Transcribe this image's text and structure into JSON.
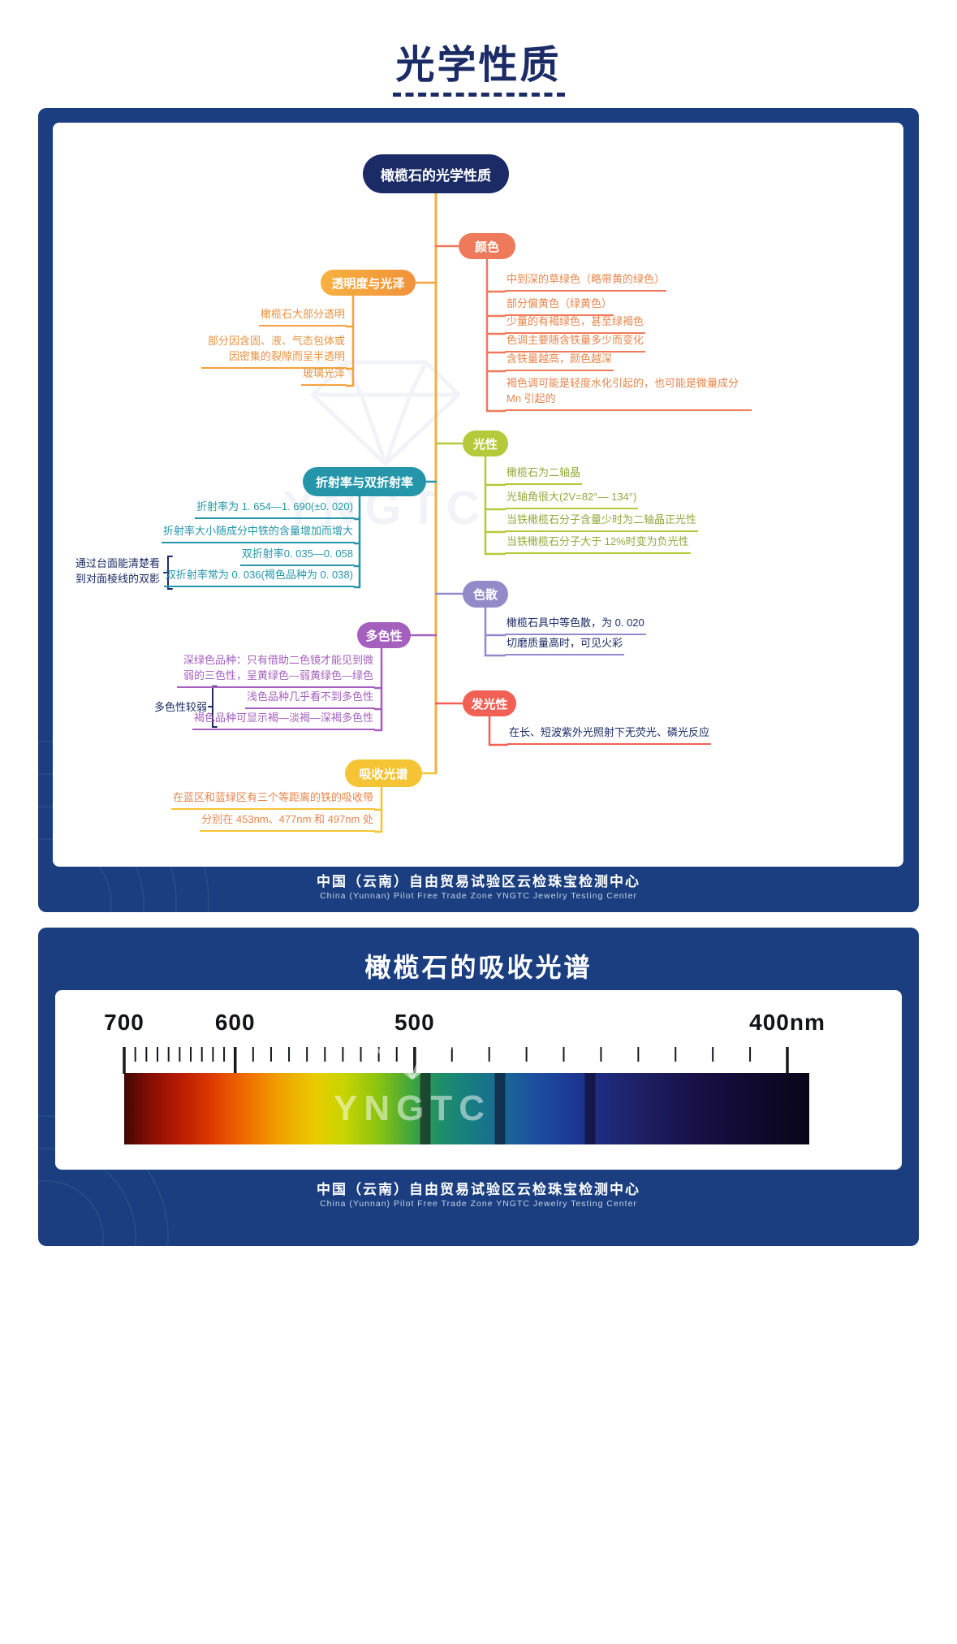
{
  "page_title": "光学性质",
  "mindmap": {
    "root": "橄榄石的光学性质",
    "watermark": "YNGTC",
    "branches": [
      {
        "label": "颜色",
        "color": "#ef7a5b",
        "items": [
          "中到深的草绿色（略带黄的绿色）",
          "部分偏黄色（绿黄色）",
          "少量的有褐绿色，甚至绿褐色",
          "色调主要随含铁量多少而变化",
          "含铁量越高，颜色越深",
          "褐色调可能是轻度水化引起的，也可能是微量成分 Mn 引起的"
        ]
      },
      {
        "label": "透明度与光泽",
        "color": "#f5a23c",
        "items": [
          "橄榄石大部分透明",
          "部分因含固、液、气态包体或因密集的裂隙而呈半透明",
          "玻璃光泽"
        ]
      },
      {
        "label": "光性",
        "color": "#b6c93a",
        "items": [
          "橄榄石为二轴晶",
          "光轴角很大(2V=82°— 134°)",
          "当铁橄榄石分子含量少时为二轴晶正光性",
          "当铁橄榄石分子大于 12%时变为负光性"
        ]
      },
      {
        "label": "折射率与双折射率",
        "color": "#2596aa",
        "note": "通过台面能清楚看到对面棱线的双影",
        "items": [
          "折射率为 1. 654—1. 690(±0. 020)",
          "折射率大小随成分中铁的含量增加而增大",
          "双折射率0. 035—0. 058",
          "双折射率常为 0. 036(褐色品种为 0. 038)"
        ]
      },
      {
        "label": "色散",
        "color": "#938ac9",
        "items": [
          "橄榄石具中等色散，为 0. 020",
          "切磨质量高时，可见火彩"
        ]
      },
      {
        "label": "多色性",
        "color": "#a560bd",
        "note": "多色性较弱",
        "items": [
          "深绿色品种：只有借助二色镜才能见到微弱的三色性，呈黄绿色—弱黄绿色—绿色",
          "浅色品种几乎看不到多色性",
          "褐色品种可显示褐—淡褐—深褐多色性"
        ]
      },
      {
        "label": "发光性",
        "color": "#f26055",
        "items": [
          "在长、短波紫外光照射下无荧光、磷光反应"
        ]
      },
      {
        "label": "吸收光谱",
        "color": "#f5c434",
        "items": [
          "在蓝区和蓝绿区有三个等距离的铁的吸收带",
          "分别在 453nm、477nm 和 497nm 处"
        ]
      }
    ]
  },
  "footer": {
    "line1": "中国（云南）自由贸易试验区云检珠宝检测中心",
    "line2": "China (Yunnan) Pilot Free Trade Zone  YNGTC Jewelry Testing Center"
  },
  "spectrum": {
    "title": "橄榄石的吸收光谱",
    "watermark": "YNGTC",
    "unit": "nm",
    "scale_labels": [
      "700",
      "600",
      "500",
      "400nm"
    ],
    "scale_positions_pct": [
      0,
      16.2,
      42.4,
      96.8
    ],
    "minor_ticks_per_segment": 10,
    "absorption_bands_nm": [
      497,
      477,
      453
    ],
    "absorption_band_positions_pct": [
      44.0,
      54.9,
      68.0
    ]
  },
  "colors": {
    "navy": "#1b2b66",
    "panel_background": "#1a3e7f",
    "trunk_orange": "#f6ae3d"
  }
}
